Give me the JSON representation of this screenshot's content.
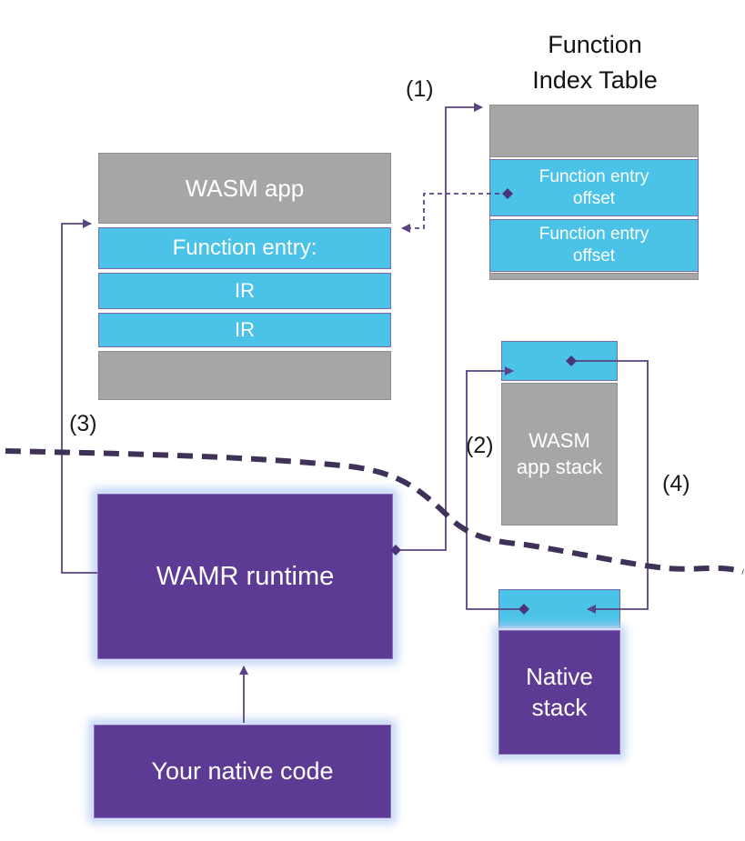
{
  "colors": {
    "gray": "#a6a6a6",
    "cyan": "#4bc3e8",
    "purple": "#5d3a94",
    "connector": "#5a4383",
    "divider": "#3f3157"
  },
  "function_index_table": {
    "title": "Function Index Table",
    "rows": [
      "Function entry offset",
      "Function entry offset"
    ]
  },
  "wasm_app": {
    "header": "WASM app",
    "rows": [
      "Function entry:",
      "IR",
      "IR"
    ]
  },
  "wasm_app_stack": {
    "label": "WASM app stack"
  },
  "wamr_runtime": {
    "label": "WAMR runtime"
  },
  "native_stack": {
    "label": "Native stack"
  },
  "your_native_code": {
    "label": "Your native code"
  },
  "annotations": {
    "n1": "(1)",
    "n2": "(2)",
    "n3": "(3)",
    "n4": "(4)"
  }
}
